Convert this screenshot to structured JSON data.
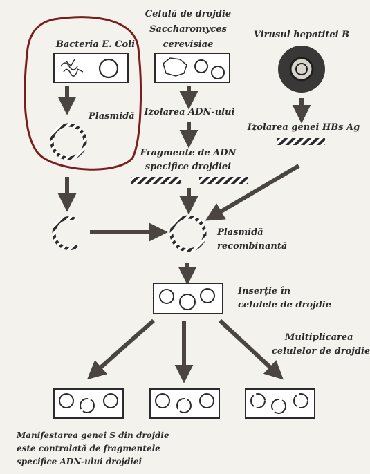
{
  "colors": {
    "ink": "#2b2b2b",
    "arrow": "#4a4540",
    "highlight": "#7a1d1d",
    "paper": "#f4f2ec"
  },
  "labels": {
    "bacteria": "Bacteria E. Coli",
    "plasmid": "Plasmidă",
    "yeast_line1": "Celulă de drojdie",
    "yeast_line2": "Saccharomyces",
    "yeast_line3": "cerevisiae",
    "virus": "Virusul hepatitei B",
    "isolate_dna": "Izolarea ADN-ului",
    "isolate_gene": "Izolarea genei HBs Ag",
    "fragments_line1": "Fragmente de ADN",
    "fragments_line2": "specifice drojdiei",
    "recombinant_line1": "Plasmidă",
    "recombinant_line2": "recombinantă",
    "insertion_line1": "Inserţie în",
    "insertion_line2": "celulele de drojdie",
    "multiply_line1": "Multiplicarea",
    "multiply_line2": "celulelor de drojdie",
    "bottom_line1": "Manifestarea genei S din drojdie",
    "bottom_line2": "este controlată de fragmentele",
    "bottom_line3": "specifice ADN-ului drojdiei"
  }
}
